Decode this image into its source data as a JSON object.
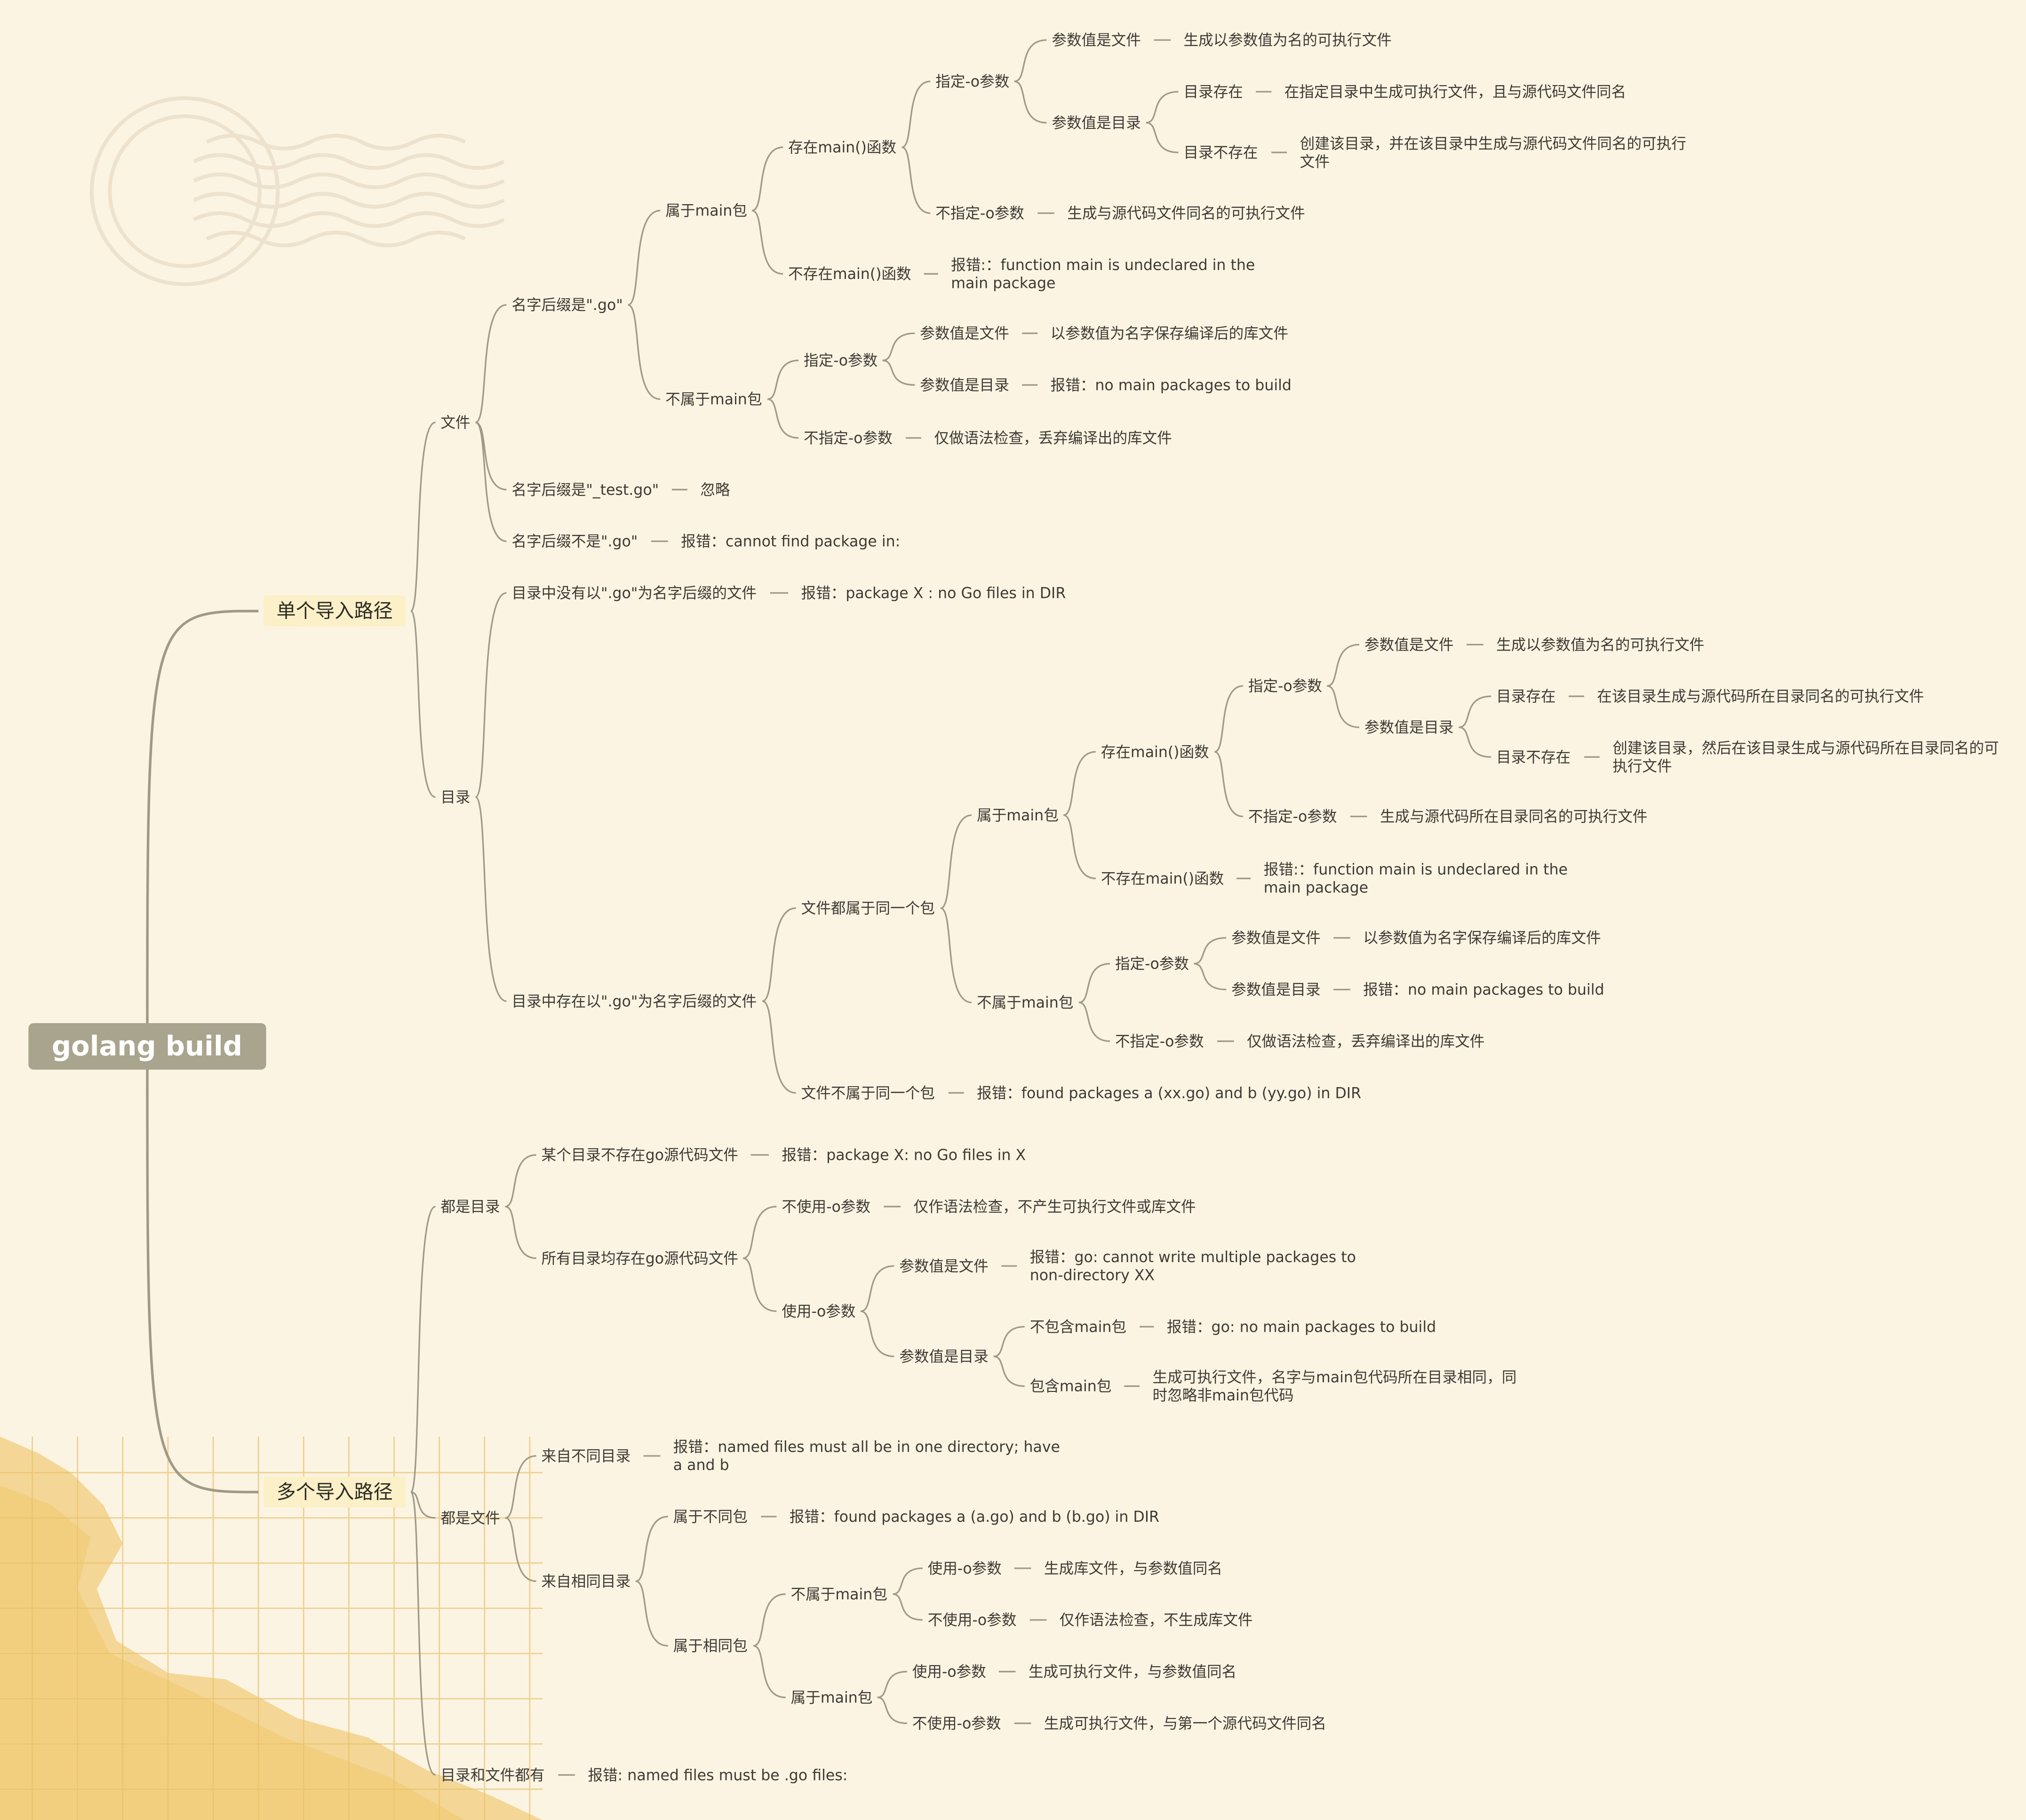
{
  "title": "golang build",
  "tree": {
    "single": {
      "label": "单个导入路径",
      "file": {
        "label": "文件",
        "go": {
          "label": "名字后缀是\".go\"",
          "main": {
            "label": "属于main包",
            "has": {
              "label": "存在main()函数",
              "o": {
                "label": "指定-o参数",
                "isFile": {
                  "label": "参数值是文件",
                  "result": "生成以参数值为名的可执行文件"
                },
                "isDir": {
                  "label": "参数值是目录",
                  "exists": {
                    "label": "目录存在",
                    "result": "在指定目录中生成可执行文件，且与源代码文件同名"
                  },
                  "missing": {
                    "label": "目录不存在",
                    "result": "创建该目录，并在该目录中生成与源代码文件同名的可执行文件"
                  }
                }
              },
              "noO": {
                "label": "不指定-o参数",
                "result": "生成与源代码文件同名的可执行文件"
              }
            },
            "none": {
              "label": "不存在main()函数",
              "result": "报错:：function main is undeclared in the main package"
            }
          },
          "notMain": {
            "label": "不属于main包",
            "o": {
              "label": "指定-o参数",
              "isFile": {
                "label": "参数值是文件",
                "result": "以参数值为名字保存编译后的库文件"
              },
              "isDir": {
                "label": "参数值是目录",
                "result": "报错：no main packages to build"
              }
            },
            "noO": {
              "label": "不指定-o参数",
              "result": "仅做语法检查，丢弃编译出的库文件"
            }
          }
        },
        "test": {
          "label": "名字后缀是\"_test.go\"",
          "result": "忽略"
        },
        "notGo": {
          "label": "名字后缀不是\".go\"",
          "result": "报错：cannot find package in:"
        }
      },
      "dir": {
        "label": "目录",
        "noGo": {
          "label": "目录中没有以\".go\"为名字后缀的文件",
          "result": "报错：package X : no Go files in DIR"
        },
        "hasGo": {
          "label": "目录中存在以\".go\"为名字后缀的文件",
          "same": {
            "label": "文件都属于同一个包",
            "main": {
              "label": "属于main包",
              "has": {
                "label": "存在main()函数",
                "o": {
                  "label": "指定-o参数",
                  "isFile": {
                    "label": "参数值是文件",
                    "result": "生成以参数值为名的可执行文件"
                  },
                  "isDir": {
                    "label": "参数值是目录",
                    "exists": {
                      "label": "目录存在",
                      "result": "在该目录生成与源代码所在目录同名的可执行文件"
                    },
                    "missing": {
                      "label": "目录不存在",
                      "result": "创建该目录，然后在该目录生成与源代码所在目录同名的可执行文件"
                    }
                  }
                },
                "noO": {
                  "label": "不指定-o参数",
                  "result": "生成与源代码所在目录同名的可执行文件"
                }
              },
              "none": {
                "label": "不存在main()函数",
                "result": "报错:：function main is undeclared in the main package"
              }
            },
            "notMain": {
              "label": "不属于main包",
              "o": {
                "label": "指定-o参数",
                "isFile": {
                  "label": "参数值是文件",
                  "result": "以参数值为名字保存编译后的库文件"
                },
                "isDir": {
                  "label": "参数值是目录",
                  "result": "报错：no main packages to build"
                }
              },
              "noO": {
                "label": "不指定-o参数",
                "result": "仅做语法检查，丢弃编译出的库文件"
              }
            }
          },
          "diff": {
            "label": "文件不属于同一个包",
            "result": "报错：found packages a (xx.go) and b (yy.go) in DIR"
          }
        }
      }
    },
    "multi": {
      "label": "多个导入路径",
      "dirs": {
        "label": "都是目录",
        "someNo": {
          "label": "某个目录不存在go源代码文件",
          "result": "报错：package X: no Go files in X"
        },
        "all": {
          "label": "所有目录均存在go源代码文件",
          "noO": {
            "label": "不使用-o参数",
            "result": "仅作语法检查，不产生可执行文件或库文件"
          },
          "useO": {
            "label": "使用-o参数",
            "isFile": {
              "label": "参数值是文件",
              "result": "报错：go: cannot write multiple packages to non-directory XX"
            },
            "isDir": {
              "label": "参数值是目录",
              "noMain": {
                "label": "不包含main包",
                "result": "报错：go: no main packages to build"
              },
              "hasMain": {
                "label": "包含main包",
                "result": "生成可执行文件，名字与main包代码所在目录相同，同时忽略非main包代码"
              }
            }
          }
        }
      },
      "files": {
        "label": "都是文件",
        "diffDir": {
          "label": "来自不同目录",
          "result": "报错：named files must all be in one directory; have a and b"
        },
        "sameDir": {
          "label": "来自相同目录",
          "diffPkg": {
            "label": "属于不同包",
            "result": "报错：found packages a (a.go) and b (b.go) in DIR"
          },
          "samePkg": {
            "label": "属于相同包",
            "notMain": {
              "label": "不属于main包",
              "useO": {
                "label": "使用-o参数",
                "result": "生成库文件，与参数值同名"
              },
              "noO": {
                "label": "不使用-o参数",
                "result": "仅作语法检查，不生成库文件"
              }
            },
            "main": {
              "label": "属于main包",
              "useO": {
                "label": "使用-o参数",
                "result": "生成可执行文件，与参数值同名"
              },
              "noO": {
                "label": "不使用-o参数",
                "result": "生成可执行文件，与第一个源代码文件同名"
              }
            }
          }
        }
      },
      "mixed": {
        "label": "目录和文件都有",
        "result": "报错: named files must be .go files:"
      }
    }
  }
}
